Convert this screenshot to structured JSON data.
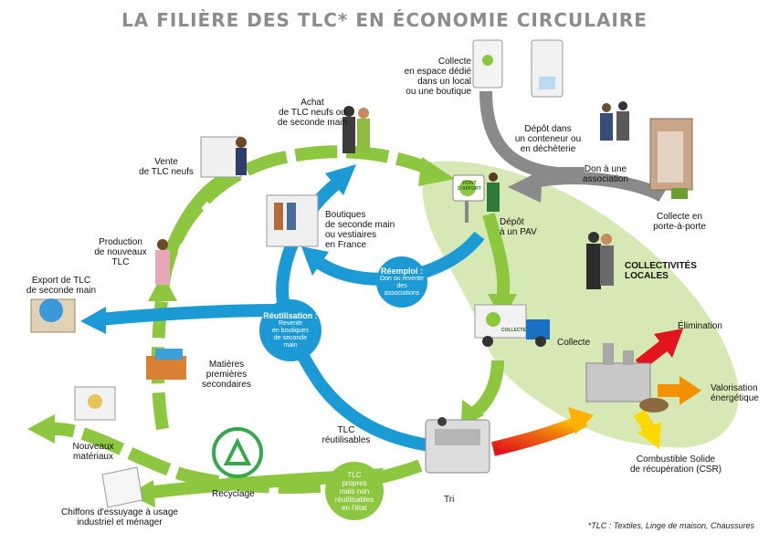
{
  "title": "LA FILIÈRE DES TLC* EN ÉCONOMIE CIRCULAIRE",
  "labels": {
    "collecte_espace": "Collecte\nen espace dédié\ndans un local\nou une boutique",
    "depot_conteneur": "Dépôt dans\nun conteneur ou\nen déchèterie",
    "don_association": "Don à une\nassociation",
    "collecte_porte": "Collecte en\nporte-à-porte",
    "achat": "Achat\nde TLC neufs ou\nde seconde main",
    "vente": "Vente\nde TLC neufs",
    "boutiques": "Boutiques\nde seconde main\nou vestiaires\nen France",
    "depot_pav": "Dépôt\nà un PAV",
    "collectivites": "COLLECTIVITÉS\nLOCALES",
    "production": "Production\nde nouveaux\nTLC",
    "export": "Export de TLC\nde seconde main",
    "collecte": "Collecte",
    "elimination": "Élimination",
    "valorisation": "Valorisation\nénergétique",
    "matieres": "Matières\npremières\nsecondaires",
    "tlc_reutilisables": "TLC\nréutilisables",
    "nouveaux_materiaux": "Nouveaux\nmatériaux",
    "recyclage": "Recyclage",
    "tri": "Tri",
    "combustible": "Combustible Solide\nde récupération (CSR)",
    "chiffons": "Chiffons d'essuyage à usage\nindustriel et ménager"
  },
  "bubbles": {
    "reemploi_title": "Réemploi :",
    "reemploi_sub": "Don ou revente\ndes\nassociations",
    "reutilisation_title": "Réutilisation :",
    "reutilisation_sub": "Revente\nen boutiques\nde seconde\nmain",
    "tlc_propres": "TLC\npropres\nmais non\nréutilisables\nen l'état"
  },
  "signs": {
    "pav_sign": "POINT\nD'APPORT",
    "truck_logo": "COLLECTE"
  },
  "footnote": "*TLC : Textiles, Linge de maison, Chaussures",
  "colors": {
    "green_arrow": "#8dc63f",
    "blue_arrow": "#1b9ad6",
    "grey_arrow": "#8a8a8a",
    "green_area": "#d6e9b4",
    "red": "#e3141b",
    "orange": "#f39200",
    "yellow": "#ffd800",
    "title": "#8c8c8c"
  }
}
